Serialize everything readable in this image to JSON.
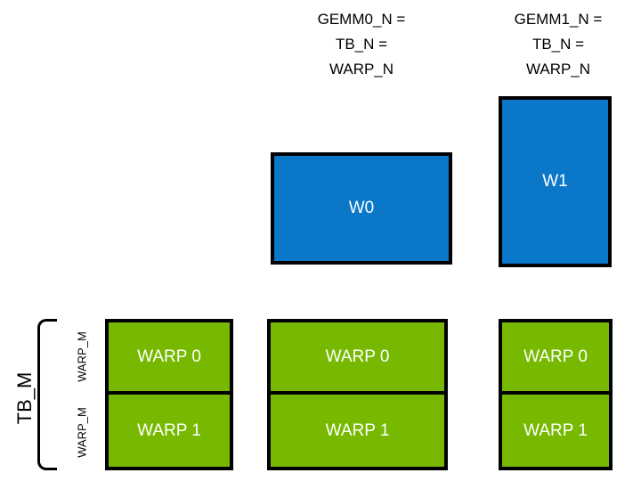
{
  "diagram": {
    "title_columns": [
      {
        "id": "gemm0",
        "lines": "GEMM0_N =\nTB_N =\nWARP_N"
      },
      {
        "id": "gemm1",
        "lines": "GEMM1_N =\nTB_N =\nWARP_N"
      }
    ],
    "blue_tiles": [
      {
        "id": "w0",
        "label": "W0"
      },
      {
        "id": "w1",
        "label": "W1"
      }
    ],
    "green_columns": [
      {
        "id": "col0",
        "cells": [
          "WARP 0",
          "WARP 1"
        ]
      },
      {
        "id": "col1",
        "cells": [
          "WARP 0",
          "WARP 1"
        ]
      },
      {
        "id": "col2",
        "cells": [
          "WARP 0",
          "WARP 1"
        ]
      }
    ],
    "axis_labels": {
      "tb_m": "TB_M",
      "warp_m_top": "WARP_M",
      "warp_m_bottom": "WARP_M"
    },
    "colors": {
      "green": "#76b900",
      "blue": "#0a77c8",
      "outline": "#000000",
      "text_on_fill": "#ffffff",
      "text": "#000000",
      "background": "#ffffff"
    }
  }
}
